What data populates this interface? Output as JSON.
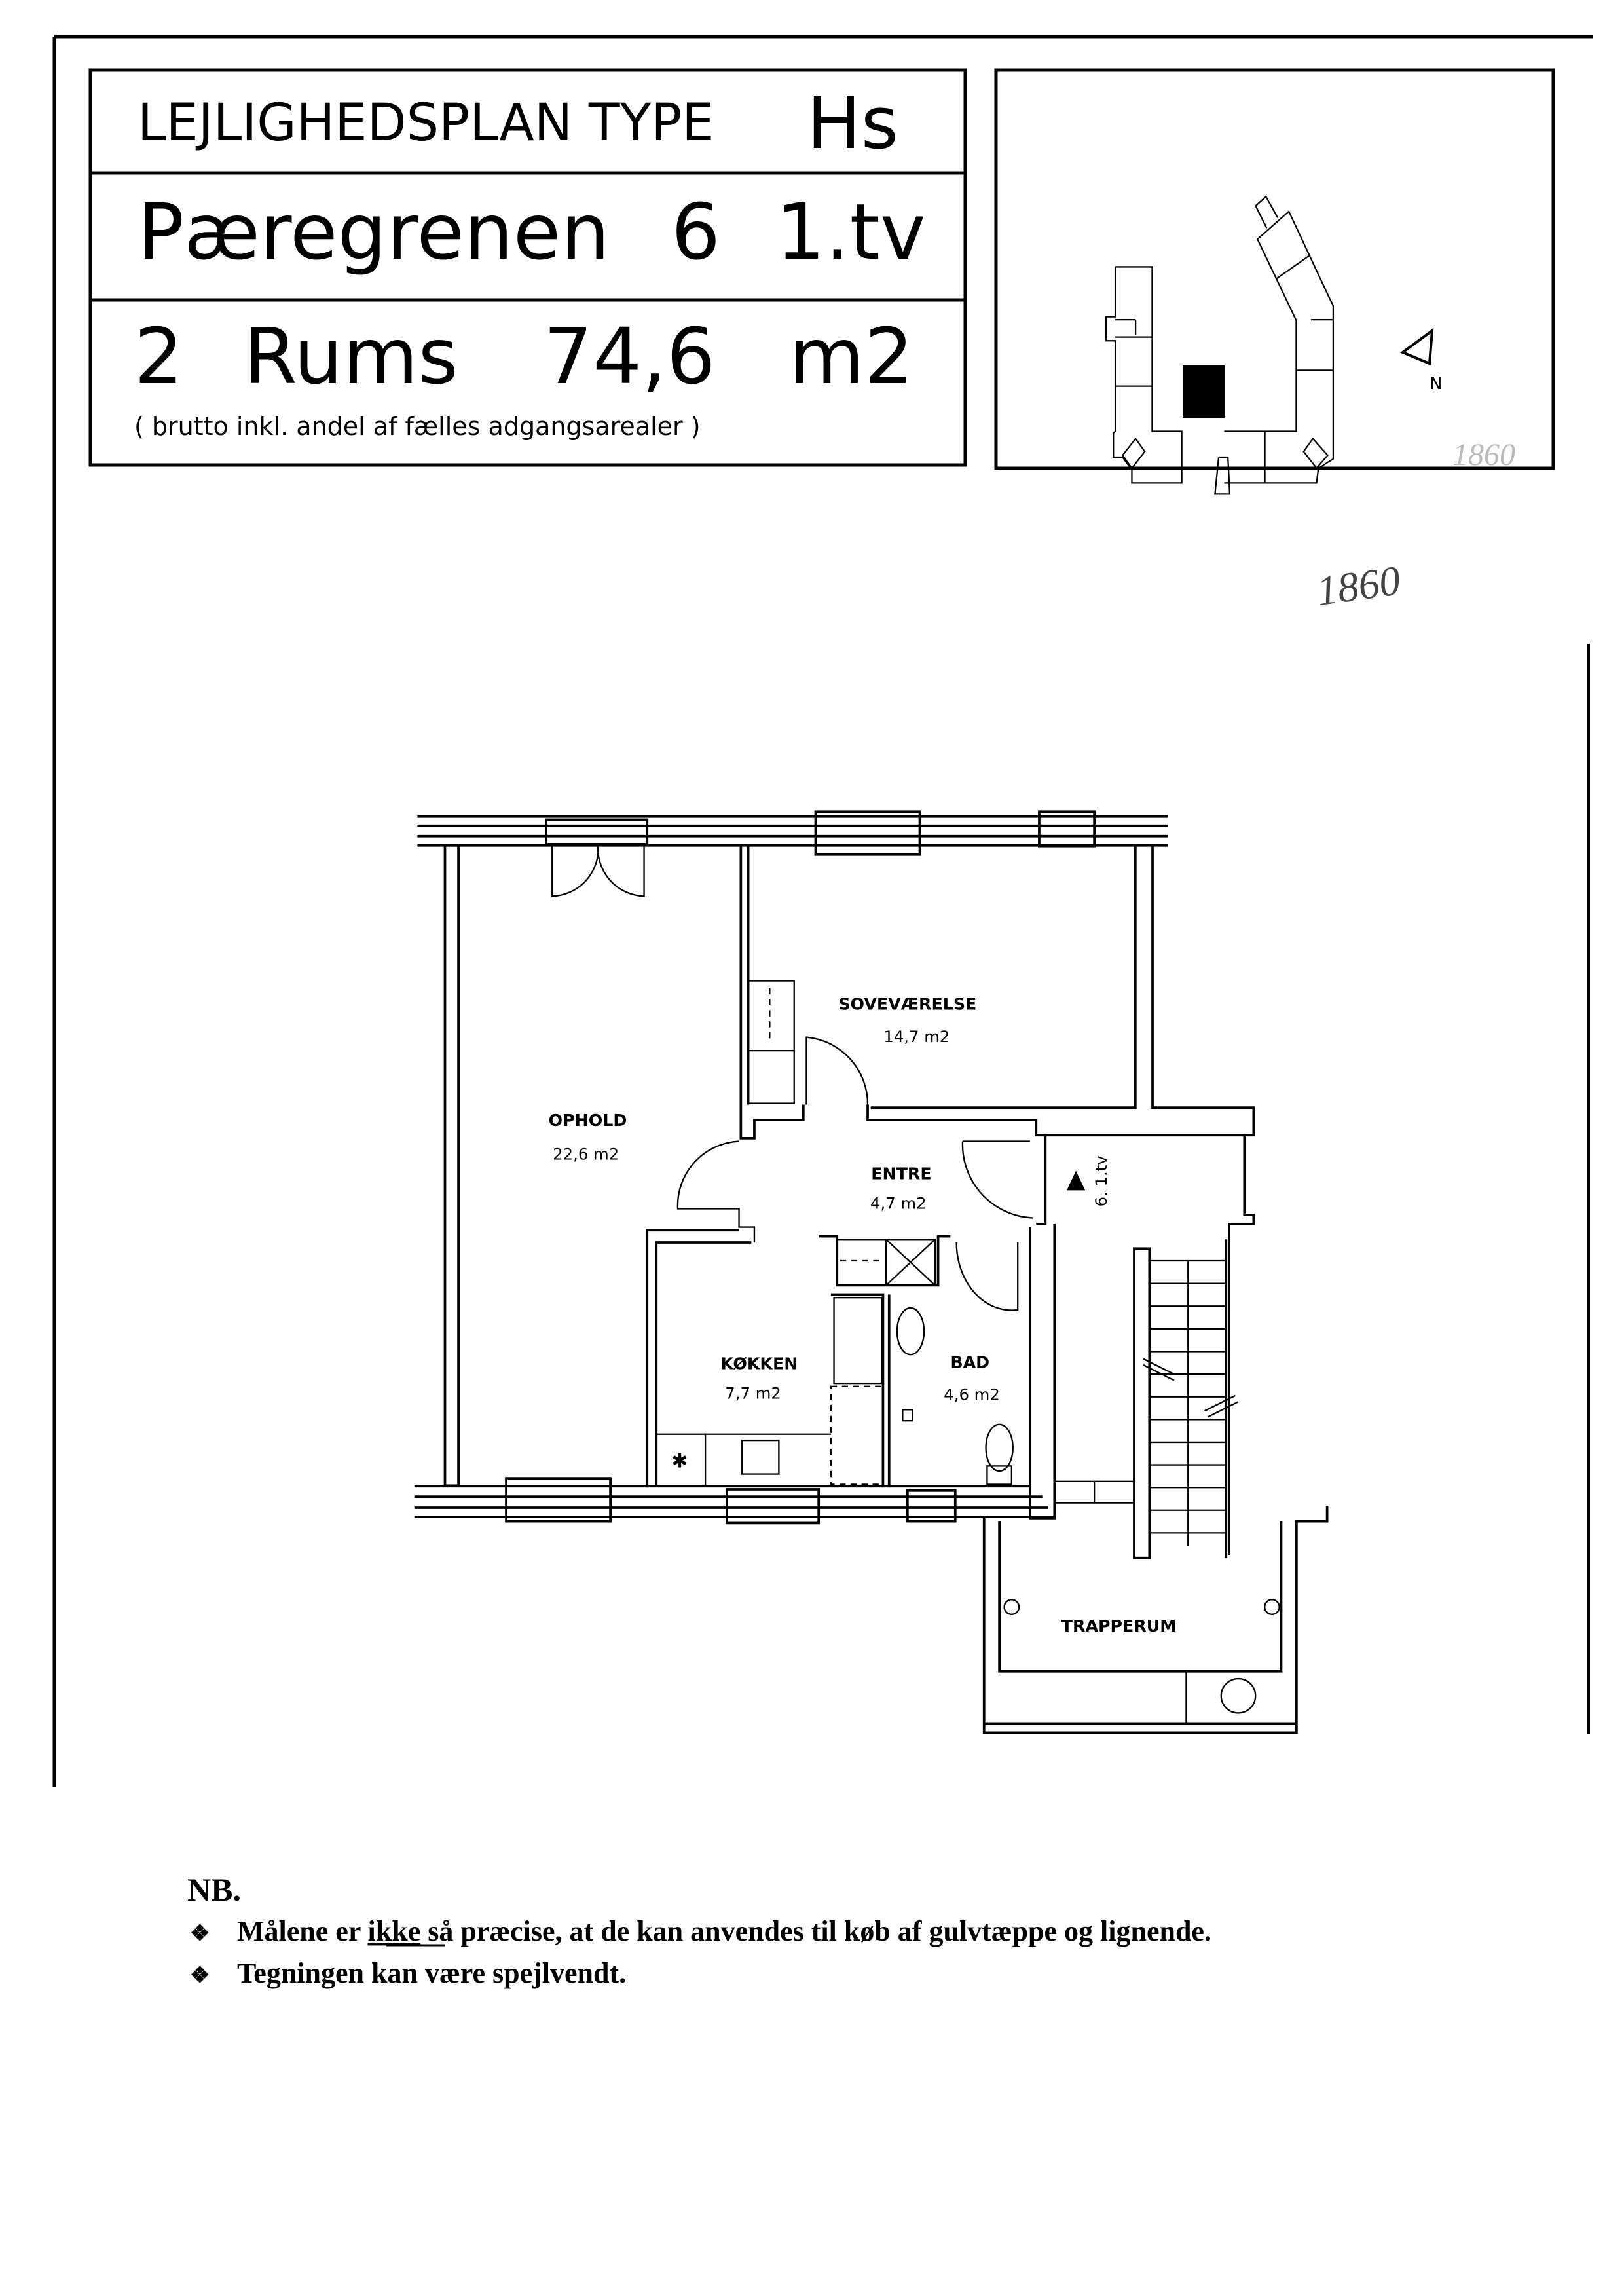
{
  "title_block": {
    "plan_label": "LEJLIGHEDSPLAN TYPE",
    "type_code": "Hs",
    "address": "Pæregrenen",
    "house_number": "6",
    "floor_side": "1.tv",
    "rooms": "2",
    "rooms_label": "Rums",
    "total_area": "74,6",
    "area_unit": "m2",
    "area_note": "( brutto inkl. andel af fælles adgangsarealer )"
  },
  "site_map": {
    "north_label": "N",
    "handwritten_mark": "1860"
  },
  "handwritten_number": "1860",
  "floor_plan": {
    "rooms": [
      {
        "name": "OPHOLD",
        "area": "22,6 m2"
      },
      {
        "name": "SOVEVÆRELSE",
        "area": "14,7 m2"
      },
      {
        "name": "ENTRE",
        "area": "4,7 m2"
      },
      {
        "name": "KØKKEN",
        "area": "7,7 m2"
      },
      {
        "name": "BAD",
        "area": "4,6 m2"
      },
      {
        "name": "TRAPPERUM",
        "area": ""
      }
    ],
    "entrance_label": "6. 1.tv"
  },
  "notes": {
    "heading": "NB.",
    "bullet_symbol": "❖",
    "items": [
      {
        "before": "Målene er ",
        "underlined": "ikke",
        "after": " så præcise, at de kan anvendes til køb af gulvtæppe og lignende."
      },
      {
        "before": "Tegningen kan være spejlvendt.",
        "underlined": "",
        "after": ""
      }
    ]
  }
}
